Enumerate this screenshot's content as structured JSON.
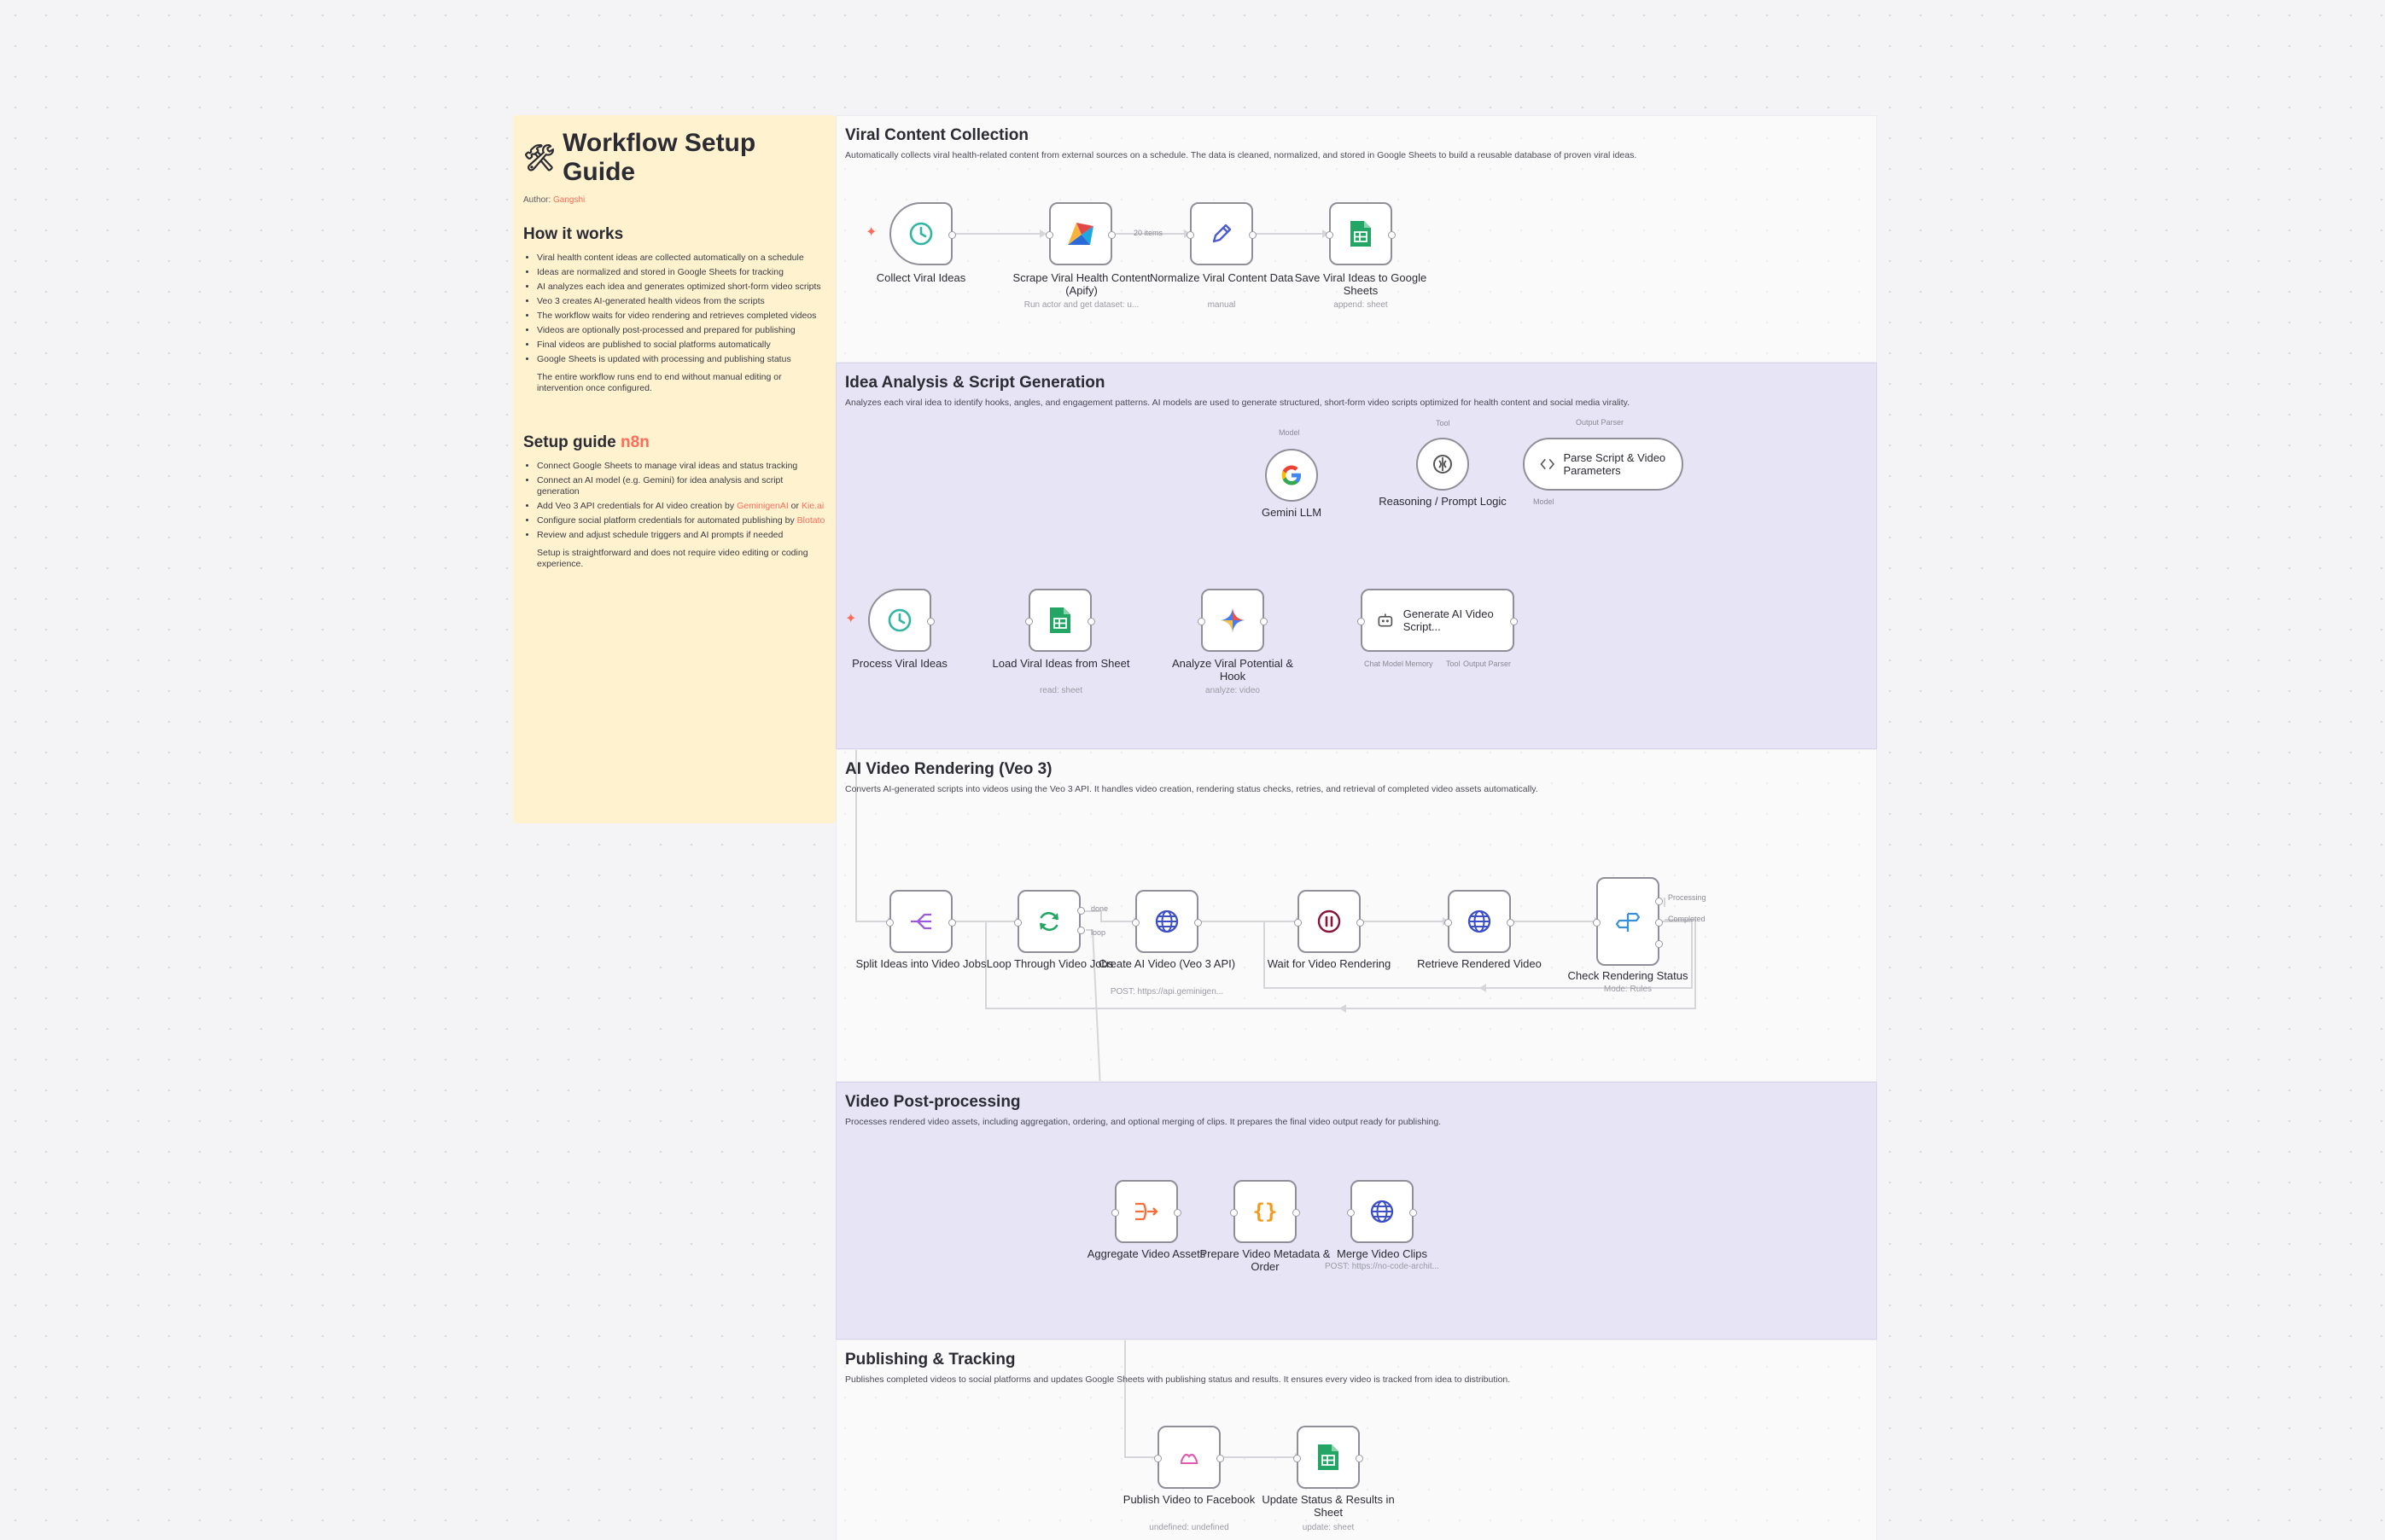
{
  "guide": {
    "title": "Workflow Setup Guide",
    "icon": "tools-icon",
    "author_label": "Author:",
    "author_name": "Gangshi",
    "how_title": "How it works",
    "how_items": [
      "Viral health content ideas are collected automatically on a schedule",
      "Ideas are normalized and stored in Google Sheets for tracking",
      "AI analyzes each idea and generates optimized short-form video scripts",
      "Veo 3 creates AI-generated health videos from the scripts",
      "The workflow waits for video rendering and retrieves completed videos",
      "Videos are optionally post-processed and prepared for publishing",
      "Final videos are published to social platforms automatically",
      "Google Sheets is updated with processing and publishing status"
    ],
    "how_note": "The entire workflow runs end to end without manual editing or intervention once configured.",
    "setup_title": "Setup guide",
    "setup_accent": "n8n",
    "setup_items": [
      {
        "text": "Connect Google Sheets to manage viral ideas and status tracking"
      },
      {
        "text": "Connect an AI model (e.g. Gemini) for idea analysis and script generation"
      },
      {
        "text": "Add Veo 3 API credentials for AI video creation by ",
        "link": "GeminigenAI",
        "tail": " or ",
        "link2": "Kie.ai"
      },
      {
        "text": "Configure social platform credentials for automated publishing by ",
        "link": "Blotato"
      },
      {
        "text": "Review and adjust schedule triggers and AI prompts if needed"
      }
    ],
    "setup_note": "Setup is straightforward and does not require video editing or coding experience."
  },
  "sections": {
    "collection": {
      "title": "Viral Content Collection",
      "desc": "Automatically collects viral health-related content from external sources on a schedule. The data is cleaned, normalized, and stored in Google Sheets to build a reusable database of proven viral ideas."
    },
    "analysis": {
      "title": "Idea Analysis & Script Generation",
      "desc": "Analyzes each viral idea to identify hooks, angles, and engagement patterns. AI models are used to generate structured, short-form video scripts optimized for health content and social media virality."
    },
    "rendering": {
      "title": "AI Video Rendering (Veo 3)",
      "desc": "Converts AI-generated scripts into videos using the Veo 3 API. It handles video creation, rendering status checks, retries, and retrieval of completed video assets automatically."
    },
    "post": {
      "title": "Video Post-processing",
      "desc": "Processes rendered video assets, including aggregation, ordering, and optional merging of clips. It prepares the final video output ready for publishing."
    },
    "publish": {
      "title": "Publishing & Tracking",
      "desc": "Publishes completed videos to social platforms and updates Google Sheets with publishing status and results. It ensures every video is tracked from idea to distribution."
    }
  },
  "nodes": {
    "collect": {
      "label": "Collect Viral Ideas",
      "icon": "clock-icon"
    },
    "scrape": {
      "label": "Scrape Viral Health Content (Apify)",
      "sub": "Run actor and get dataset: u...",
      "icon": "apify-icon"
    },
    "normalize": {
      "label": "Normalize Viral Content Data",
      "sub": "manual",
      "icon": "pencil-icon"
    },
    "save": {
      "label": "Save Viral Ideas to Google Sheets",
      "sub": "append: sheet",
      "icon": "sheets-icon"
    },
    "items_tag": "20 items",
    "gemini": {
      "label": "Gemini LLM",
      "icon": "google-icon"
    },
    "reasoning": {
      "label": "Reasoning / Prompt Logic",
      "icon": "brain-icon"
    },
    "parse": {
      "label": "Parse Script & Video Parameters",
      "icon": "code-icon"
    },
    "process": {
      "label": "Process Viral Ideas",
      "icon": "clock-icon"
    },
    "load": {
      "label": "Load Viral Ideas from Sheet",
      "sub": "read: sheet",
      "icon": "sheets-icon"
    },
    "analyze": {
      "label": "Analyze Viral Potential & Hook",
      "sub": "analyze: video",
      "icon": "gemini-icon"
    },
    "agent": {
      "label": "Generate AI Video Script...",
      "icon": "robot-icon"
    },
    "agent_ports": [
      "Chat Model",
      "Memory",
      "Tool",
      "Output Parser"
    ],
    "tag_model1": "Model",
    "tag_tool": "Tool",
    "tag_outparser": "Output Parser",
    "tag_model2": "Model",
    "split": {
      "label": "Split Ideas into Video Jobs",
      "icon": "split-icon"
    },
    "loop": {
      "label": "Loop Through Video Jobs",
      "icon": "loop-icon"
    },
    "loop_done": "done",
    "loop_loop": "loop",
    "create": {
      "label": "Create AI Video (Veo 3 API)",
      "sub": "POST: https://api.geminigen...",
      "icon": "globe-icon"
    },
    "wait": {
      "label": "Wait for Video Rendering",
      "icon": "pause-icon"
    },
    "retrieve": {
      "label": "Retrieve Rendered Video",
      "icon": "globe-icon"
    },
    "check": {
      "label": "Check Rendering Status",
      "sub": "Mode: Rules",
      "icon": "switch-icon"
    },
    "check_out1": "Processing",
    "check_out2": "Completed",
    "aggregate": {
      "label": "Aggregate Video Assets",
      "icon": "aggregate-icon"
    },
    "prepare": {
      "label": "Prepare Video Metadata & Order",
      "icon": "braces-icon"
    },
    "merge": {
      "label": "Merge Video Clips",
      "sub": "POST: https://no-code-archit...",
      "icon": "globe-icon"
    },
    "publishfb": {
      "label": "Publish Video to Facebook",
      "sub": "undefined: undefined",
      "icon": "blotato-icon"
    },
    "update": {
      "label": "Update Status & Results in Sheet",
      "sub": "update: sheet",
      "icon": "sheets-icon"
    }
  },
  "colors": {
    "accent": "#ff6d5a",
    "clock": "#2fb5a2",
    "sheets": "#23a566",
    "globe": "#3d4fc6",
    "wire": "#9a9aa3"
  }
}
